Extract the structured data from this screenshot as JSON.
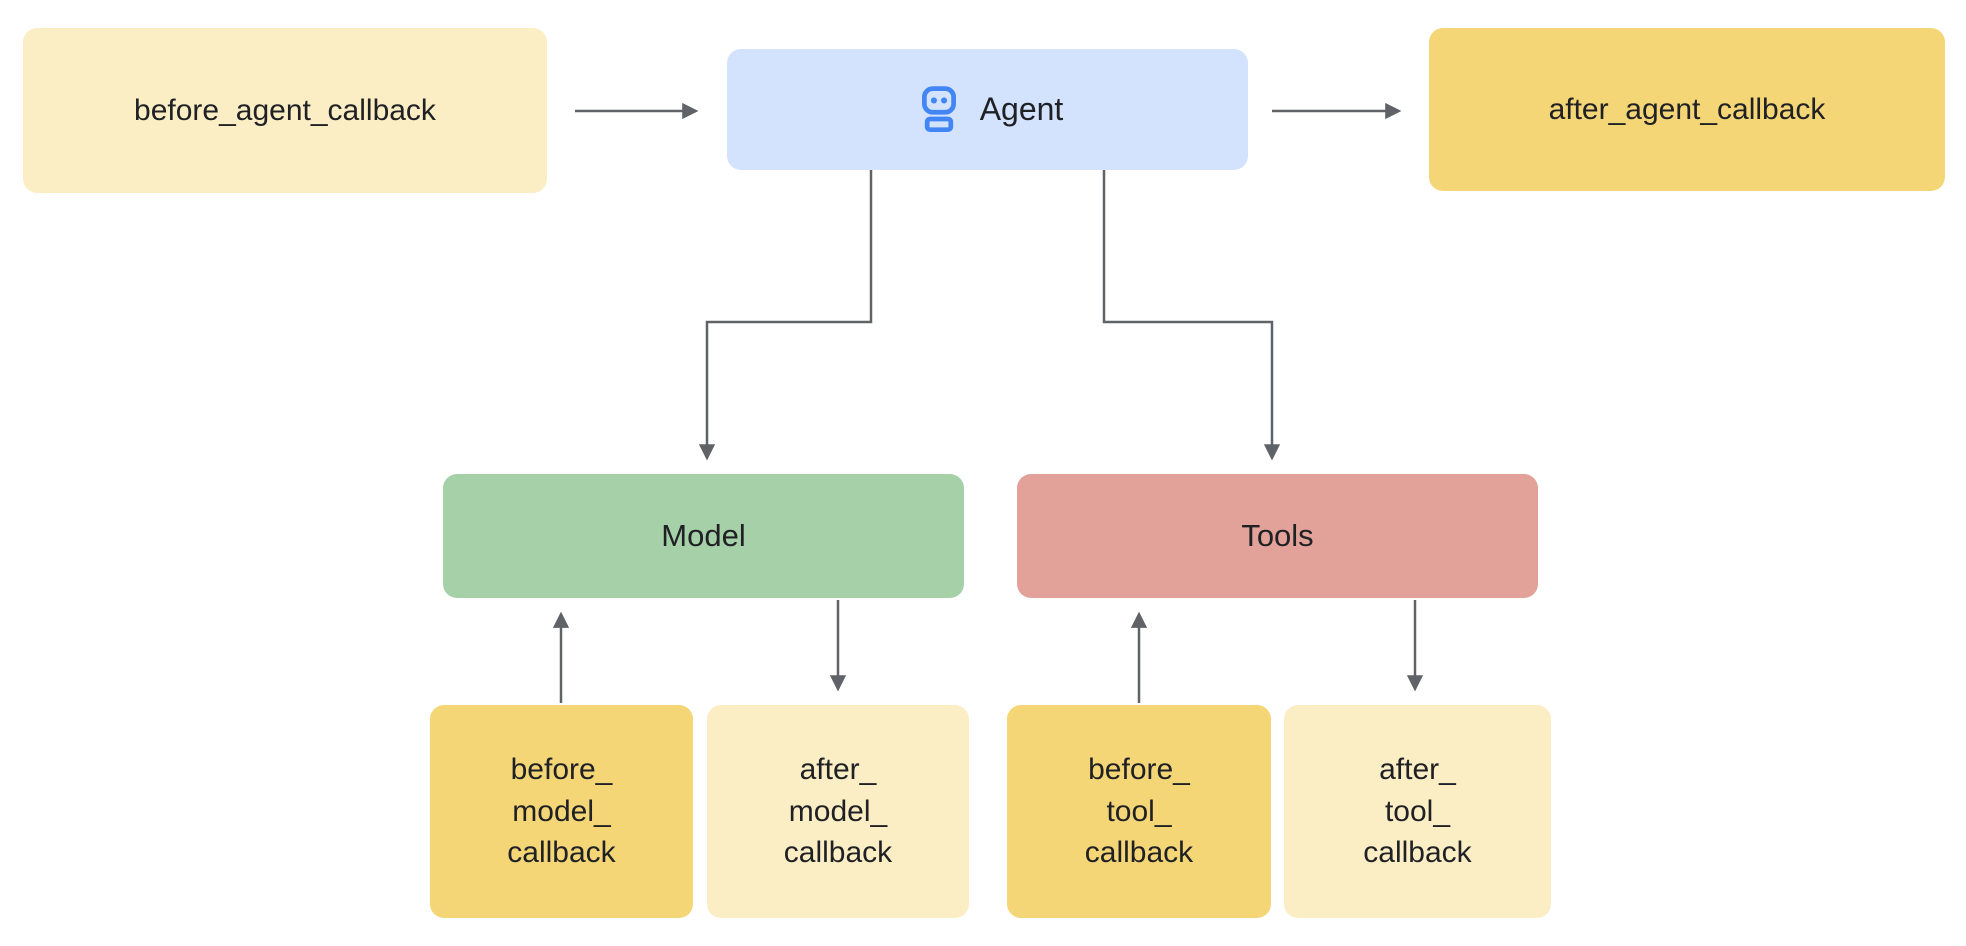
{
  "nodes": {
    "before_agent": {
      "label": "before_agent_callback",
      "color": "#fbeec5"
    },
    "agent": {
      "label": "Agent",
      "color": "#d3e3fd",
      "icon": "robot-icon",
      "icon_color": "#4285f4"
    },
    "after_agent": {
      "label": "after_agent_callback",
      "color": "#f4d677"
    },
    "model": {
      "label": "Model",
      "color": "#a6d0a8"
    },
    "tools": {
      "label": "Tools",
      "color": "#e2a29a"
    },
    "before_model": {
      "label": "before_\nmodel_\ncallback",
      "color": "#f4d677"
    },
    "after_model": {
      "label": "after_\nmodel_\ncallback",
      "color": "#fbeec5"
    },
    "before_tool": {
      "label": "before_\ntool_\ncallback",
      "color": "#f4d677"
    },
    "after_tool": {
      "label": "after_\ntool_\ncallback",
      "color": "#fbeec5"
    }
  },
  "edges": [
    {
      "from": "before_agent_callback",
      "to": "Agent",
      "direction": "right"
    },
    {
      "from": "Agent",
      "to": "after_agent_callback",
      "direction": "right"
    },
    {
      "from": "Agent",
      "to": "Model",
      "direction": "down"
    },
    {
      "from": "Agent",
      "to": "Tools",
      "direction": "down"
    },
    {
      "from": "before_model_callback",
      "to": "Model",
      "direction": "up"
    },
    {
      "from": "Model",
      "to": "after_model_callback",
      "direction": "down"
    },
    {
      "from": "before_tool_callback",
      "to": "Tools",
      "direction": "up"
    },
    {
      "from": "Tools",
      "to": "after_tool_callback",
      "direction": "down"
    }
  ],
  "colors": {
    "edge": "#5f6368",
    "text": "#202124",
    "background": "#ffffff",
    "pale_yellow": "#fbeec5",
    "gold": "#f4d677",
    "agent_blue": "#d3e3fd",
    "robot_blue": "#4285f4",
    "model_green": "#a6d0a8",
    "tools_salmon": "#e2a29a"
  }
}
